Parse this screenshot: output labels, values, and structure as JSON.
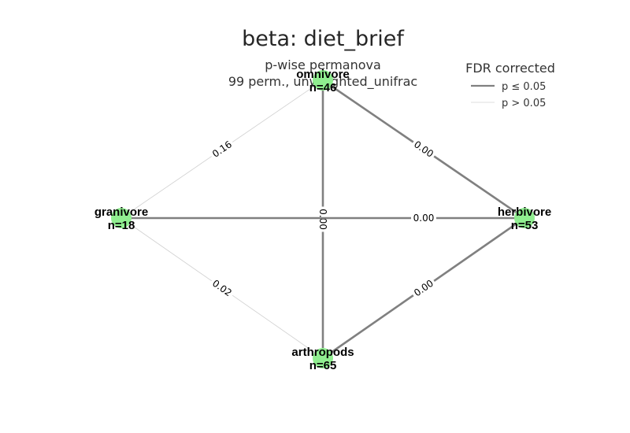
{
  "title": "beta: diet_brief",
  "subtitle_line1": "p-wise permanova",
  "subtitle_line2": "99 perm., unweighted_unifrac",
  "legend": {
    "title": "FDR corrected",
    "items": [
      {
        "label": "p ≤ 0.05",
        "significant": true
      },
      {
        "label": "p > 0.05",
        "significant": false
      }
    ]
  },
  "colors": {
    "node": "#90ee90",
    "edge_significant": "#808080",
    "edge_nonsignificant": "#d0d0d0"
  },
  "nodes": [
    {
      "id": "omnivore",
      "name": "omnivore",
      "count": "n=46"
    },
    {
      "id": "granivore",
      "name": "granivore",
      "count": "n=18"
    },
    {
      "id": "herbivore",
      "name": "herbivore",
      "count": "n=53"
    },
    {
      "id": "arthropods",
      "name": "arthropods",
      "count": "n=65"
    }
  ],
  "edges": [
    {
      "source": "omnivore",
      "target": "granivore",
      "p": "0.16",
      "significant": false
    },
    {
      "source": "omnivore",
      "target": "herbivore",
      "p": "0.00",
      "significant": true
    },
    {
      "source": "omnivore",
      "target": "arthropods",
      "p": "0.00",
      "significant": true
    },
    {
      "source": "granivore",
      "target": "herbivore",
      "p": "0.00",
      "significant": true
    },
    {
      "source": "granivore",
      "target": "arthropods",
      "p": "0.02",
      "significant": false
    },
    {
      "source": "herbivore",
      "target": "arthropods",
      "p": "0.00",
      "significant": true
    }
  ]
}
